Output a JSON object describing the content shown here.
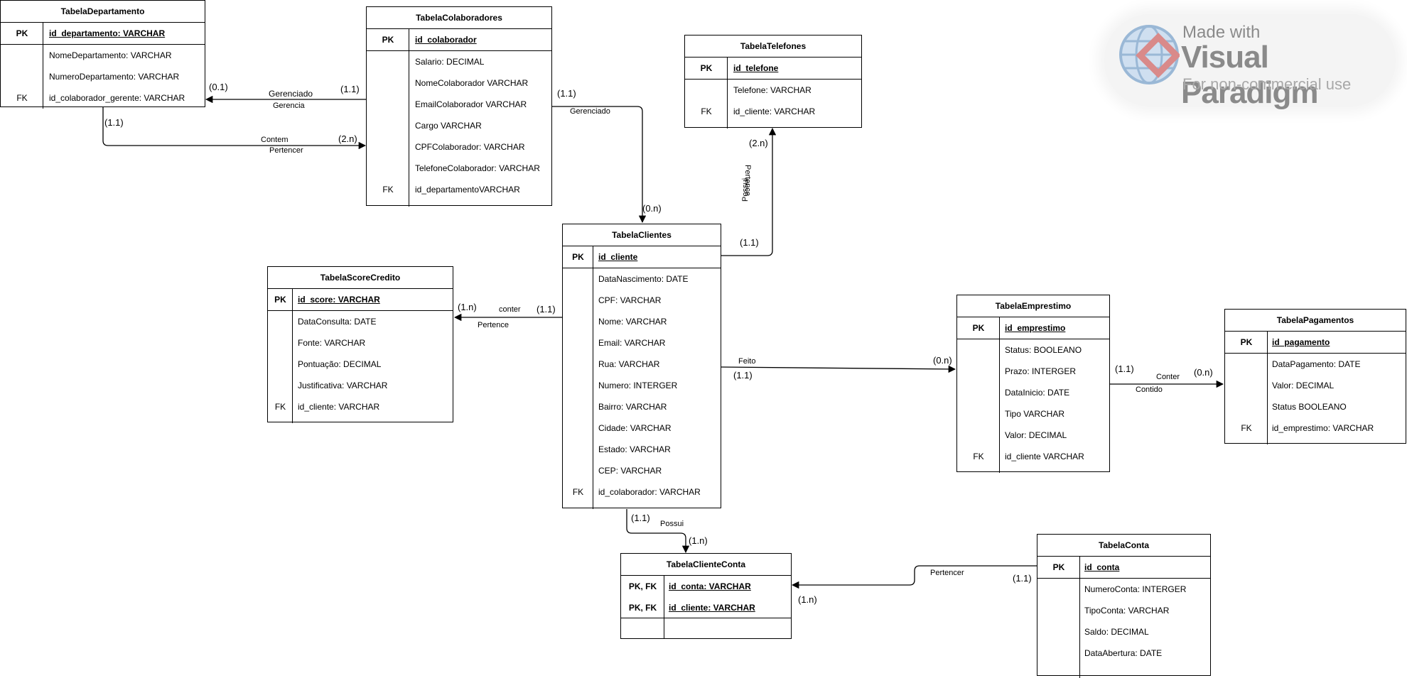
{
  "tables": {
    "departamento": {
      "title": "TabelaDepartamento",
      "pk": {
        "key": "PK",
        "name": "id_departamento: VARCHAR"
      },
      "fields": [
        {
          "key": "",
          "name": "NomeDepartamento: VARCHAR"
        },
        {
          "key": "",
          "name": "NumeroDepartamento: VARCHAR"
        },
        {
          "key": "FK",
          "name": "id_colaborador_gerente: VARCHAR"
        }
      ]
    },
    "colaboradores": {
      "title": "TabelaColaboradores",
      "pk": {
        "key": "PK",
        "name": "id_colaborador"
      },
      "fields": [
        {
          "key": "",
          "name": "Salario: DECIMAL"
        },
        {
          "key": "",
          "name": "NomeColaborador VARCHAR"
        },
        {
          "key": "",
          "name": "EmailColaborador VARCHAR"
        },
        {
          "key": "",
          "name": "Cargo VARCHAR"
        },
        {
          "key": "",
          "name": "CPFColaborador: VARCHAR"
        },
        {
          "key": "",
          "name": "TelefoneColaborador: VARCHAR"
        },
        {
          "key": "FK",
          "name": "id_departamentoVARCHAR"
        }
      ]
    },
    "telefones": {
      "title": "TabelaTelefones",
      "pk": {
        "key": "PK",
        "name": "id_telefone"
      },
      "fields": [
        {
          "key": "",
          "name": "Telefone: VARCHAR"
        },
        {
          "key": "FK",
          "name": "id_cliente: VARCHAR"
        }
      ]
    },
    "clientes": {
      "title": "TabelaClientes",
      "pk": {
        "key": "PK",
        "name": "id_cliente"
      },
      "fields": [
        {
          "key": "",
          "name": "DataNascimento: DATE"
        },
        {
          "key": "",
          "name": "CPF: VARCHAR"
        },
        {
          "key": "",
          "name": "Nome: VARCHAR"
        },
        {
          "key": "",
          "name": "Email: VARCHAR"
        },
        {
          "key": "",
          "name": "Rua: VARCHAR"
        },
        {
          "key": "",
          "name": "Numero: INTERGER"
        },
        {
          "key": "",
          "name": "Bairro: VARCHAR"
        },
        {
          "key": "",
          "name": "Cidade: VARCHAR"
        },
        {
          "key": "",
          "name": "Estado: VARCHAR"
        },
        {
          "key": "",
          "name": "CEP: VARCHAR"
        },
        {
          "key": "FK",
          "name": "id_colaborador: VARCHAR"
        }
      ]
    },
    "score": {
      "title": "TabelaScoreCredito",
      "pk": {
        "key": "PK",
        "name": "id_score: VARCHAR"
      },
      "fields": [
        {
          "key": "",
          "name": "DataConsulta: DATE"
        },
        {
          "key": "",
          "name": "Fonte: VARCHAR"
        },
        {
          "key": "",
          "name": "Pontuação: DECIMAL"
        },
        {
          "key": "",
          "name": "Justificativa: VARCHAR"
        },
        {
          "key": "FK",
          "name": "id_cliente: VARCHAR"
        }
      ]
    },
    "emprestimo": {
      "title": "TabelaEmprestimo",
      "pk": {
        "key": "PK",
        "name": "id_emprestimo"
      },
      "fields": [
        {
          "key": "",
          "name": "Status: BOOLEANO"
        },
        {
          "key": "",
          "name": "Prazo: INTERGER"
        },
        {
          "key": "",
          "name": "DataInicio: DATE"
        },
        {
          "key": "",
          "name": "Tipo VARCHAR"
        },
        {
          "key": "",
          "name": "Valor: DECIMAL"
        },
        {
          "key": "FK",
          "name": "id_cliente VARCHAR"
        }
      ]
    },
    "pagamentos": {
      "title": "TabelaPagamentos",
      "pk": {
        "key": "PK",
        "name": "id_pagamento"
      },
      "fields": [
        {
          "key": "",
          "name": "DataPagamento: DATE"
        },
        {
          "key": "",
          "name": "Valor: DECIMAL"
        },
        {
          "key": "",
          "name": "Status BOOLEANO"
        },
        {
          "key": "FK",
          "name": "id_emprestimo: VARCHAR"
        }
      ]
    },
    "clienteconta": {
      "title": "TabelaClienteConta",
      "pk_rows": [
        {
          "key": "PK, FK",
          "name": "id_conta: VARCHAR"
        },
        {
          "key": "PK, FK",
          "name": "id_cliente: VARCHAR"
        }
      ]
    },
    "conta": {
      "title": "TabelaConta",
      "pk": {
        "key": "PK",
        "name": "id_conta"
      },
      "fields": [
        {
          "key": "",
          "name": "NumeroConta: INTERGER"
        },
        {
          "key": "",
          "name": "TipoConta: VARCHAR"
        },
        {
          "key": "",
          "name": "Saldo: DECIMAL"
        },
        {
          "key": "",
          "name": "DataAbertura: DATE"
        }
      ]
    }
  },
  "relationships": {
    "gerencia": {
      "label_top": "Gerenciado",
      "label_bottom": "Gerencia",
      "card_left": "(0.1)",
      "card_right": "(1.1)"
    },
    "contem": {
      "label_top": "Contem",
      "label_bottom": "Pertencer",
      "card_source": "(1.1)",
      "card_target": "(2.n)"
    },
    "gerenciado": {
      "label": "Gerenciado",
      "card_source": "(1.1)",
      "card_target": "(0.n)"
    },
    "telefone": {
      "label_a": "Pertence",
      "label_b": "Possui",
      "card_source": "(1.1)",
      "card_target": "(2.n)"
    },
    "score": {
      "label_top": "conter",
      "label_bottom": "Pertence",
      "card_source": "(1.1)",
      "card_target": "(1.n)"
    },
    "emprestimo": {
      "label": "Feito",
      "card_source": "(1.1)",
      "card_target": "(0.n)"
    },
    "pagamentos": {
      "label_top": "Conter",
      "label_bottom": "Contido",
      "card_source": "(1.1)",
      "card_target": "(0.n)"
    },
    "possui": {
      "label": "Possui",
      "card_source": "(1.1)",
      "card_target": "(1.n)"
    },
    "conta": {
      "label": "Pertencer",
      "card_source": "(1.1)",
      "card_target": "(1.n)"
    }
  },
  "watermark": {
    "line1": "Made with",
    "line2": "Visual Paradigm",
    "line3": "For non-commercial use",
    "colors": {
      "globe": "#9ab8d6",
      "diamond": "#d98a8a",
      "text": "#8a8a8a"
    }
  },
  "colors": {
    "line": "#000000",
    "background": "#ffffff"
  }
}
